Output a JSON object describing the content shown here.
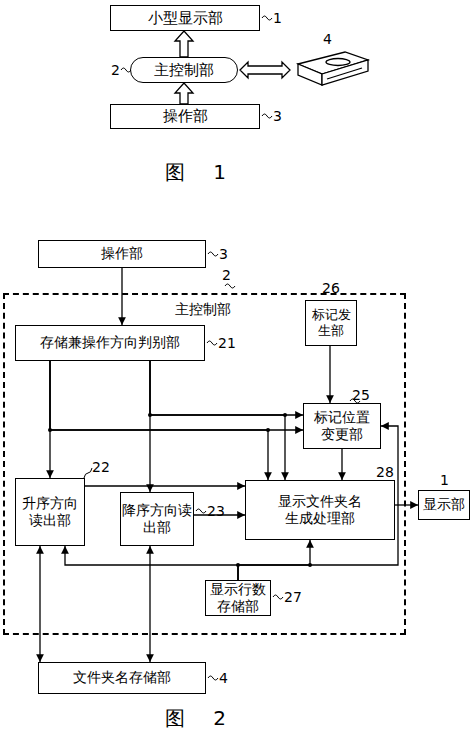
{
  "diagram": {
    "nodes": [
      {
        "text": [
          "小型显示部"
        ]
      },
      {
        "text": [
          "主控制部"
        ]
      },
      {
        "text": [
          "操作部"
        ]
      },
      {
        "text": [
          "操作部"
        ]
      },
      {
        "text": [
          "主控制部"
        ]
      },
      {
        "text": [
          "存储兼操作方向判别部"
        ],
        "in": 4
      },
      {
        "text": [
          "标记发生部"
        ],
        "in": 4
      },
      {
        "text": [
          "标记位置变更部"
        ],
        "in": 4
      },
      {
        "text": [
          "升序方向读出部"
        ],
        "in": 4
      },
      {
        "text": [
          "降序方向读出部"
        ],
        "in": 4
      },
      {
        "text": [
          "显示文件夹名生成处理部"
        ],
        "in": 4
      },
      {
        "text": [
          "显示部"
        ]
      },
      {
        "text": [
          "显示行数存储部"
        ],
        "in": 4
      },
      {
        "text": [
          "文件夹名存储部"
        ]
      }
    ],
    "edges": [
      {
        "from": 1,
        "to": 0,
        "arrow": "to"
      },
      {
        "from": 2,
        "to": 1,
        "arrow": "to"
      },
      {
        "from": 3,
        "to": 5,
        "arrow": "to"
      },
      {
        "from": 5,
        "to": 8,
        "arrow": "to"
      },
      {
        "from": 5,
        "to": 9,
        "arrow": "to"
      },
      {
        "from": 5,
        "to": 7,
        "arrow": "to"
      },
      {
        "from": 5,
        "to": 7,
        "arrow": "to"
      },
      {
        "from": 5,
        "to": 10,
        "arrow": "to"
      },
      {
        "from": 5,
        "to": 10,
        "arrow": "to"
      },
      {
        "from": 6,
        "to": 7,
        "arrow": "to"
      },
      {
        "from": 7,
        "to": 10,
        "arrow": "to"
      },
      {
        "from": 8,
        "to": 10,
        "arrow": "to"
      },
      {
        "from": 9,
        "to": 10,
        "arrow": "to"
      },
      {
        "from": 12,
        "to": 10,
        "arrow": "to"
      },
      {
        "from": 12,
        "to": 8,
        "arrow": "to"
      },
      {
        "from": 12,
        "to": 7,
        "arrow": "to"
      },
      {
        "from": 10,
        "to": 11,
        "arrow": "to"
      },
      {
        "from": 8,
        "to": 13,
        "arrow": "both"
      },
      {
        "from": 9,
        "to": 13,
        "arrow": "both"
      }
    ],
    "labels": [
      "1",
      "4",
      "2",
      "3",
      "图 1",
      "3",
      "2",
      "26",
      "21",
      "25",
      "28",
      "1",
      "22",
      "23",
      "27",
      "4",
      "图 2"
    ]
  }
}
